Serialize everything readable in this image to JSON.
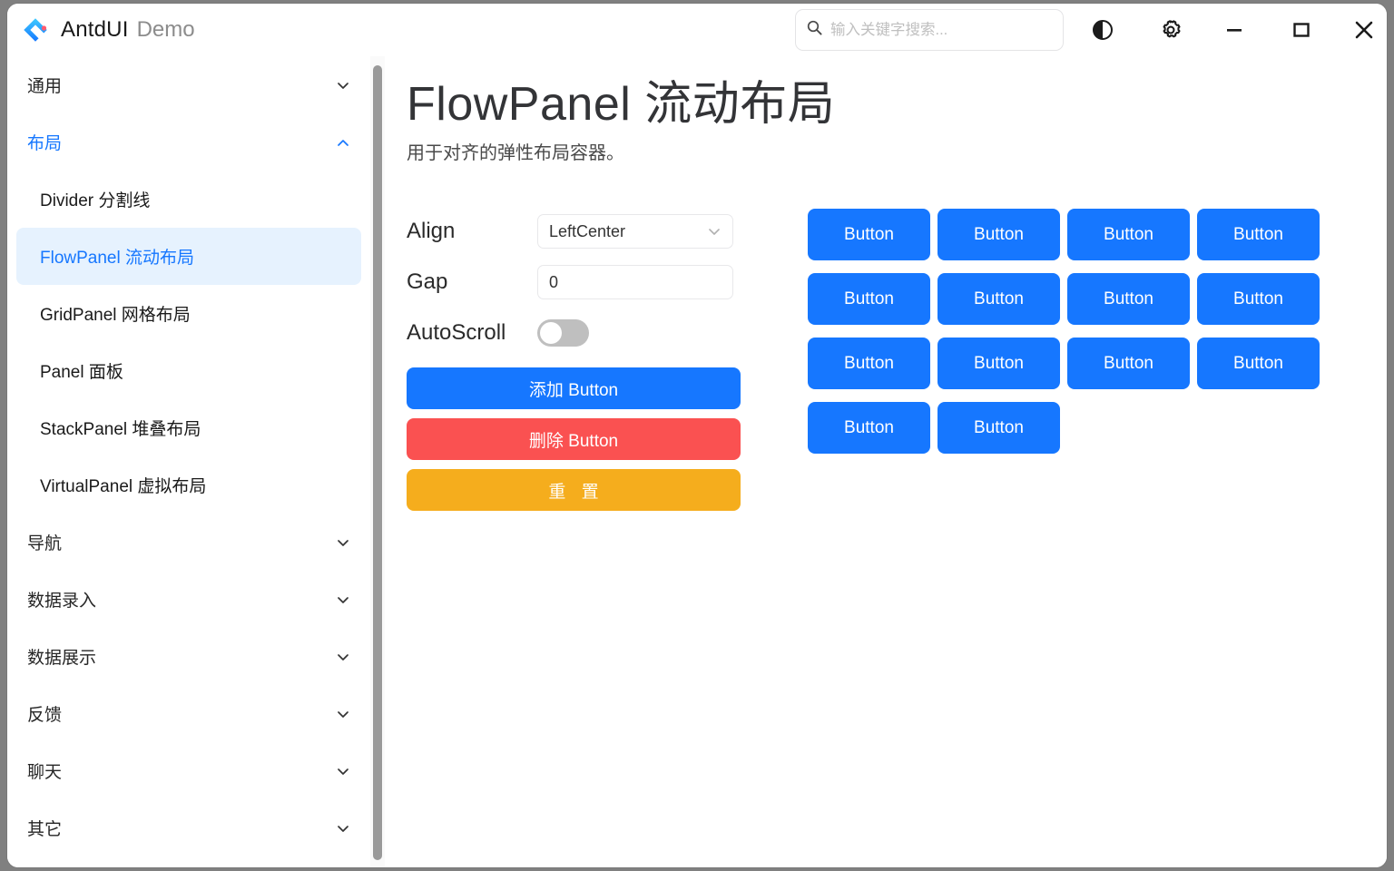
{
  "window": {
    "brand_name": "AntdUI",
    "brand_sub": "Demo",
    "logo_icon": "antd-logo-icon"
  },
  "titlebar": {
    "search": {
      "placeholder": "输入关键字搜索...",
      "value": "",
      "icon": "search-icon"
    },
    "theme_toggle_icon": "theme-contrast-icon",
    "settings_icon": "gear-icon",
    "minimize_icon": "minimize-icon",
    "maximize_icon": "maximize-icon",
    "close_icon": "close-icon"
  },
  "sidebar": {
    "scrollbar": {
      "thumb_color": "#9a9a9a"
    },
    "groups": [
      {
        "label": "通用",
        "expanded": false,
        "chevron": "chevron-down-icon",
        "items": []
      },
      {
        "label": "布局",
        "expanded": true,
        "chevron": "chevron-up-icon",
        "items": [
          {
            "label": "Divider 分割线",
            "active": false
          },
          {
            "label": "FlowPanel 流动布局",
            "active": true
          },
          {
            "label": "GridPanel 网格布局",
            "active": false
          },
          {
            "label": "Panel 面板",
            "active": false
          },
          {
            "label": "StackPanel 堆叠布局",
            "active": false
          },
          {
            "label": "VirtualPanel 虚拟布局",
            "active": false
          }
        ]
      },
      {
        "label": "导航",
        "expanded": false,
        "chevron": "chevron-down-icon",
        "items": []
      },
      {
        "label": "数据录入",
        "expanded": false,
        "chevron": "chevron-down-icon",
        "items": []
      },
      {
        "label": "数据展示",
        "expanded": false,
        "chevron": "chevron-down-icon",
        "items": []
      },
      {
        "label": "反馈",
        "expanded": false,
        "chevron": "chevron-down-icon",
        "items": []
      },
      {
        "label": "聊天",
        "expanded": false,
        "chevron": "chevron-down-icon",
        "items": []
      },
      {
        "label": "其它",
        "expanded": false,
        "chevron": "chevron-down-icon",
        "items": []
      }
    ]
  },
  "main": {
    "title": "FlowPanel 流动布局",
    "subtitle": "用于对齐的弹性布局容器。",
    "controls": {
      "align": {
        "label": "Align",
        "value": "LeftCenter",
        "chevron": "chevron-down-icon"
      },
      "gap": {
        "label": "Gap",
        "value": "0"
      },
      "autoscroll": {
        "label": "AutoScroll",
        "checked": false
      }
    },
    "actions": {
      "add": "添加 Button",
      "delete": "删除 Button",
      "reset": "重 置"
    },
    "flow": {
      "button_label": "Button",
      "rows": [
        4,
        4,
        4,
        2
      ],
      "total": 14
    }
  },
  "colors": {
    "primary": "#1677ff",
    "danger": "#fa5151",
    "warning": "#f5ad1d",
    "active_bg": "#e6f2fe",
    "window_bg": "#808080"
  }
}
